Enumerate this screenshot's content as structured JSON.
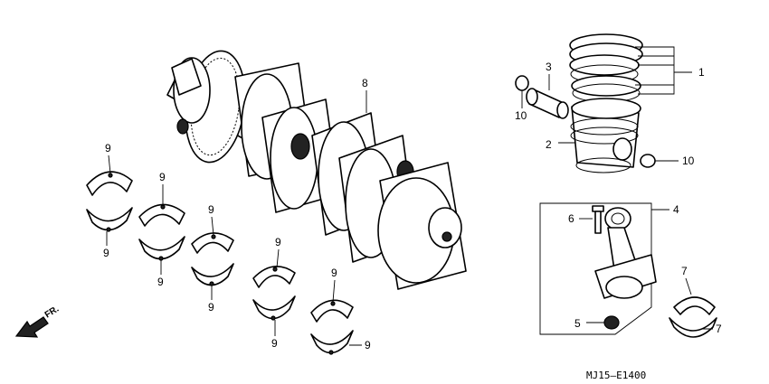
{
  "labels": {
    "piston_rings": "1",
    "piston": "2",
    "piston_pin": "3",
    "connecting_rod": "4",
    "rod_nut": "5",
    "rod_bolt": "6",
    "rod_bearing_top": "7",
    "rod_bearing_bottom": "7",
    "crankshaft": "8",
    "main_bearing": "9",
    "pin_clip_left": "10",
    "pin_clip_right": "10"
  },
  "direction_marker": "FR.",
  "diagram_code": "MJ15—E1400"
}
